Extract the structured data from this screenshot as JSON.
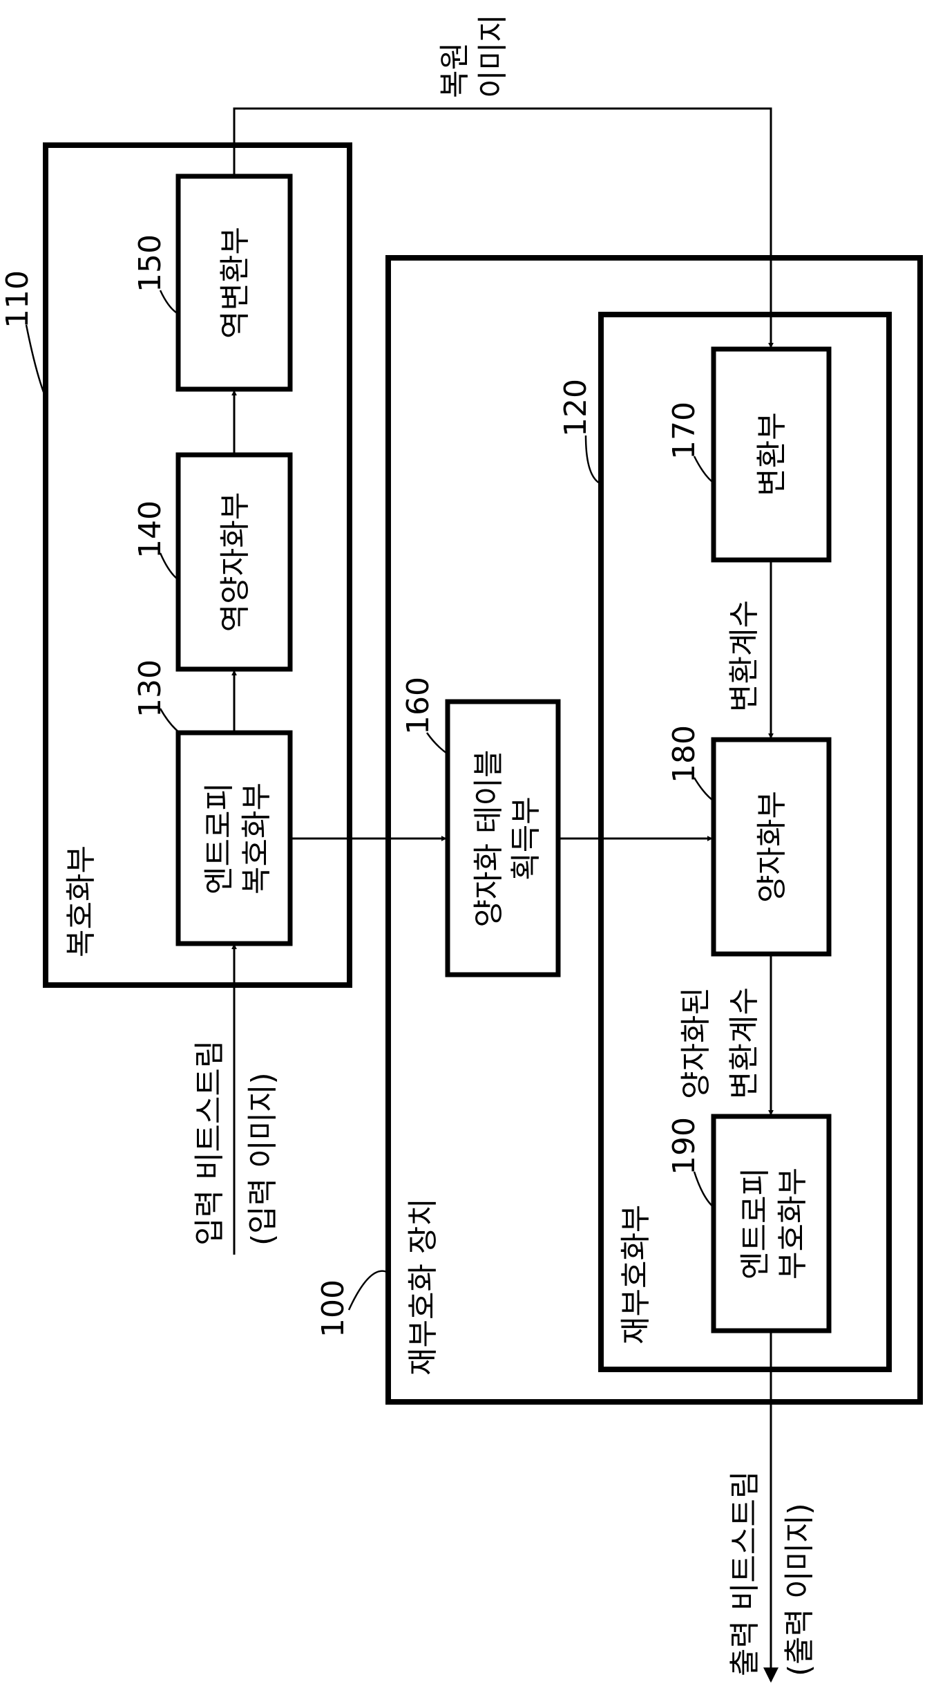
{
  "refs": {
    "r100": "100",
    "r110": "110",
    "r120": "120",
    "r130": "130",
    "r140": "140",
    "r150": "150",
    "r160": "160",
    "r170": "170",
    "r180": "180",
    "r190": "190"
  },
  "containers": {
    "decoder_unit": "복호화부",
    "re_encoding_device": "재부호화 장치",
    "re_encoding_unit": "재부호화부"
  },
  "blocks": {
    "entropy_decoding": [
      "엔트로피",
      "복호화부"
    ],
    "inverse_quantization": "역양자화부",
    "inverse_transform": "역변환부",
    "quant_table_acquisition": [
      "양자화 테이블",
      "획득부"
    ],
    "transform": "변환부",
    "quantization": "양자화부",
    "entropy_encoding": [
      "엔트로피",
      "부호화부"
    ]
  },
  "signals": {
    "input": [
      "입력 비트스트림",
      "(입력 이미지)"
    ],
    "restored_image": [
      "복원",
      "이미지"
    ],
    "transform_coefficient": "변환계수",
    "quantized_coefficient": [
      "양자화된",
      "변환계수"
    ],
    "output": [
      "출력 비트스트림",
      "(출력 이미지)"
    ]
  }
}
